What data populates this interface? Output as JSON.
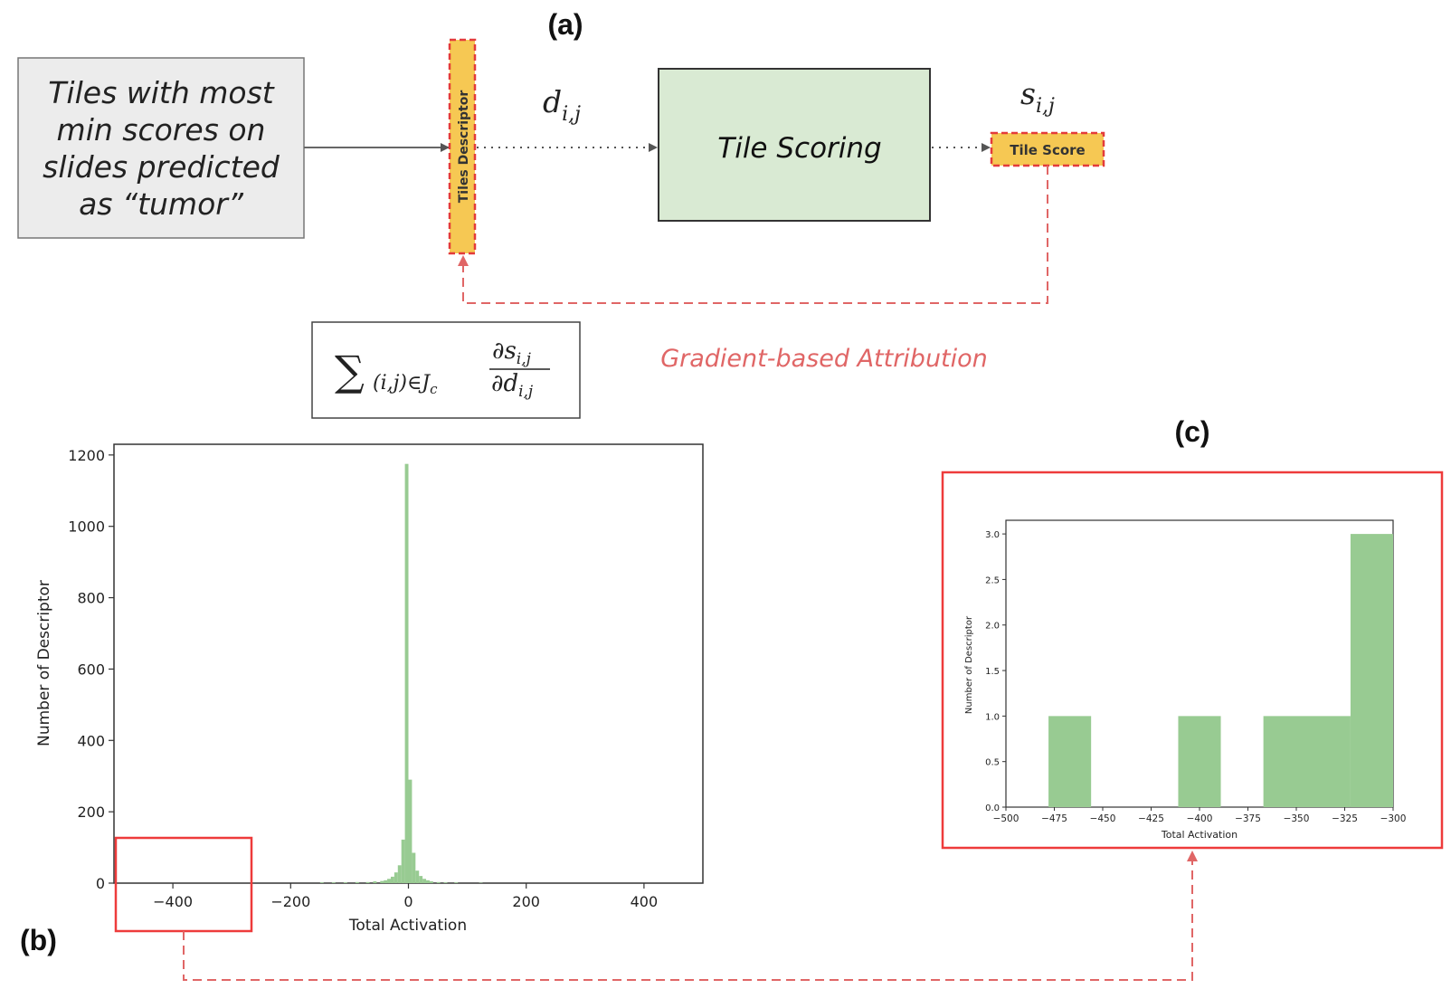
{
  "figure": {
    "panel_a_label": "(a)",
    "panel_b_label": "(b)",
    "panel_c_label": "(c)",
    "input_box_lines": [
      "Tiles with most",
      "min scores on",
      "slides predicted",
      "as “tumor”"
    ],
    "descriptor_label": "Tiles Descriptor",
    "d_symbol": "d",
    "d_subscript": "i,j",
    "tile_scoring_label": "Tile Scoring",
    "s_symbol": "s",
    "s_subscript": "i,j",
    "tile_score_label": "Tile Score",
    "gradient_label": "Gradient-based Attribution",
    "formula": {
      "sum_sign": "∑",
      "sum_subscript": "(i,j)∈J",
      "sum_sub_c": "c",
      "numerator": "∂s",
      "numerator_sub": "i,j",
      "denominator": "∂d",
      "denominator_sub": "i,j"
    },
    "colors": {
      "input_box_fill": "#ececec",
      "tile_scoring_fill": "#d9ead3",
      "highlight_fill": "#f6c853",
      "highlight_border": "#e33b3b",
      "gradient_dash": "#e06666",
      "bar_green": "#98cb92",
      "zoom_box_red": "#ee3b3b"
    }
  },
  "chart_data": [
    {
      "type": "bar",
      "name": "histogram-b",
      "xlabel": "Total Activation",
      "ylabel": "Number of Descriptor",
      "xlim": [
        -500,
        500
      ],
      "ylim": [
        0,
        1230
      ],
      "xticks": [
        -400,
        -200,
        0,
        200,
        400
      ],
      "xtick_labels": [
        "−400",
        "−200",
        "0",
        "200",
        "400"
      ],
      "yticks": [
        0,
        200,
        400,
        600,
        800,
        1000,
        1200
      ],
      "ytick_labels": [
        "0",
        "200",
        "400",
        "600",
        "800",
        "1000",
        "1200"
      ],
      "bin_width": 6,
      "bins": [
        {
          "x0": -150,
          "count": 2
        },
        {
          "x0": -130,
          "count": 2
        },
        {
          "x0": -110,
          "count": 2
        },
        {
          "x0": -90,
          "count": 3
        },
        {
          "x0": -72,
          "count": 3
        },
        {
          "x0": -60,
          "count": 5
        },
        {
          "x0": -48,
          "count": 6
        },
        {
          "x0": -42,
          "count": 8
        },
        {
          "x0": -36,
          "count": 12
        },
        {
          "x0": -30,
          "count": 18
        },
        {
          "x0": -24,
          "count": 30
        },
        {
          "x0": -18,
          "count": 50
        },
        {
          "x0": -12,
          "count": 122
        },
        {
          "x0": -6,
          "count": 1175
        },
        {
          "x0": 0,
          "count": 290
        },
        {
          "x0": 6,
          "count": 85
        },
        {
          "x0": 12,
          "count": 35
        },
        {
          "x0": 18,
          "count": 20
        },
        {
          "x0": 24,
          "count": 12
        },
        {
          "x0": 30,
          "count": 8
        },
        {
          "x0": 36,
          "count": 5
        },
        {
          "x0": 48,
          "count": 3
        },
        {
          "x0": 60,
          "count": 2
        },
        {
          "x0": 78,
          "count": 2
        },
        {
          "x0": 120,
          "count": 1
        }
      ],
      "zoom_region": [
        -500,
        -300
      ]
    },
    {
      "type": "bar",
      "name": "histogram-c",
      "xlabel": "Total Activation",
      "ylabel": "Number of Descriptor",
      "xlim": [
        -500,
        -300
      ],
      "ylim": [
        0,
        3.15
      ],
      "xticks": [
        -500,
        -475,
        -450,
        -425,
        -400,
        -375,
        -350,
        -325,
        -300
      ],
      "xtick_labels": [
        "−500",
        "−475",
        "−450",
        "−425",
        "−400",
        "−375",
        "−350",
        "−325",
        "−300"
      ],
      "yticks": [
        0,
        0.5,
        1.0,
        1.5,
        2.0,
        2.5,
        3.0
      ],
      "ytick_labels": [
        "0.0",
        "0.5",
        "1.0",
        "1.5",
        "2.0",
        "2.5",
        "3.0"
      ],
      "bins": [
        {
          "x0": -478,
          "x1": -456,
          "count": 1
        },
        {
          "x0": -411,
          "x1": -389,
          "count": 1
        },
        {
          "x0": -367,
          "x1": -322,
          "count": 1
        },
        {
          "x0": -322,
          "x1": -300,
          "count": 3
        }
      ]
    }
  ]
}
